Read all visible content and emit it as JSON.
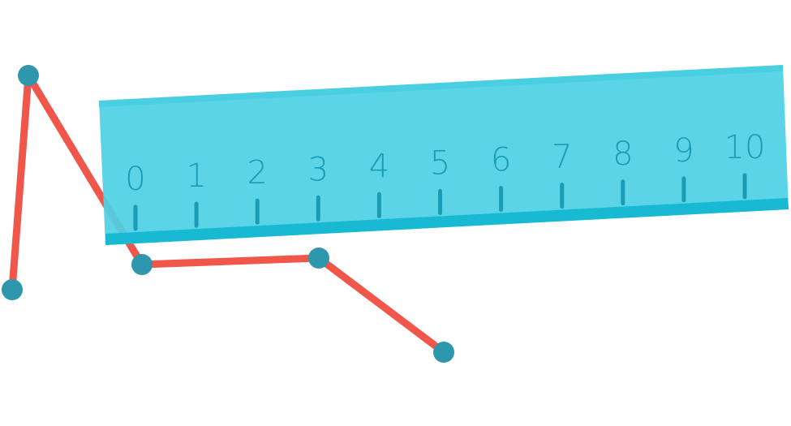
{
  "ruler": {
    "labels": [
      "0",
      "1",
      "2",
      "3",
      "4",
      "5",
      "6",
      "7",
      "8",
      "9",
      "10"
    ],
    "fill_color": "#4fd1e5",
    "edge_color": "#17b9d3",
    "mark_color": "#1b9cb6"
  },
  "path": {
    "line_color": "#f0564a",
    "dot_color": "#2f97ad"
  }
}
